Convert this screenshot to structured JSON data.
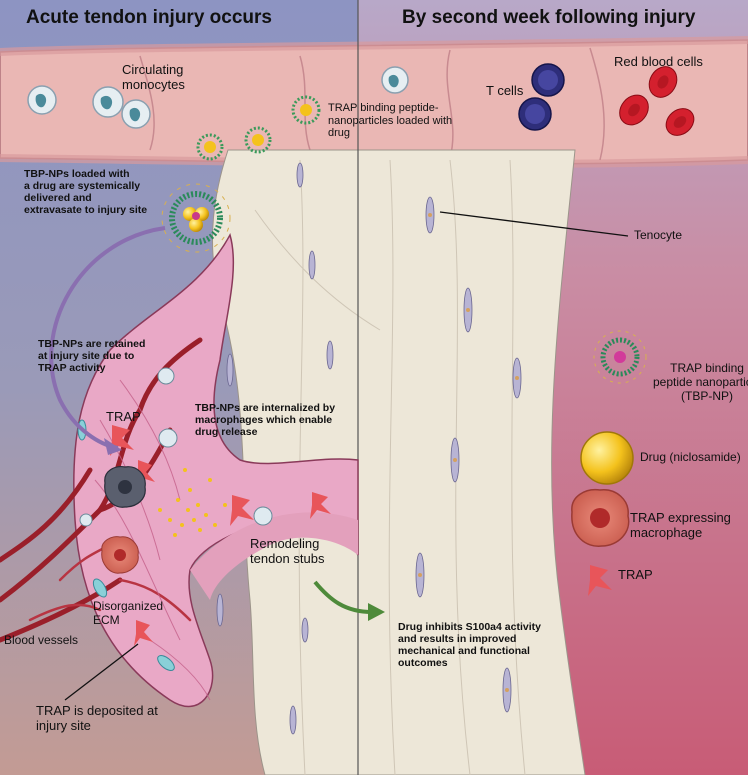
{
  "headings": {
    "left": "Acute tendon injury occurs",
    "right": "By second week following injury"
  },
  "labels": {
    "circulating_monocytes": "Circulating\nmonocytes",
    "trap_binding_nps": "TRAP binding peptide-\nnanoparticles loaded with\ndrug",
    "t_cells": "T cells",
    "red_blood_cells": "Red blood cells",
    "tbp_delivered": "TBP-NPs loaded with\na drug are systemically\ndelivered and\nextravasate to injury site",
    "tenocyte": "Tenocyte",
    "tbp_retained": "TBP-NPs are retained\nat injury site due to\nTRAP activity",
    "trap": "TRAP",
    "tbp_internalized": "TBP-NPs are internalized by\nmacrophages which enable\ndrug release",
    "remodeling": "Remodeling\ntendon stubs",
    "disorganized_ecm": "Disorganized\nECM",
    "blood_vessels": "Blood vessels",
    "trap_deposited": "TRAP is deposited at\ninjury site",
    "drug_inhibits": "Drug inhibits S100a4 activity\nand results in improved\nmechanical and functional\noutcomes"
  },
  "legend": [
    {
      "label": "TRAP binding\npeptide nanoparticle\n(TBP-NP)",
      "icon": "nanoparticle-icon"
    },
    {
      "label": "Drug (niclosamide)",
      "icon": "drug-sphere-icon"
    },
    {
      "label": "TRAP expressing\nmacrophage",
      "icon": "macrophage-icon"
    },
    {
      "label": "TRAP",
      "icon": "trap-icon"
    }
  ],
  "colors": {
    "left_bg_top": "#8f96c0",
    "left_bg_bottom": "#b89a9a",
    "right_bg_top": "#b7a6c6",
    "right_bg_bottom": "#c9627a",
    "vessel": "#e8b4b4",
    "tendon": "#ece6d8",
    "injury": "#e7a8c4",
    "rbc": "#d4202e",
    "tcell": "#3a3a8f",
    "arrow_purple": "#8a6fb0",
    "arrow_green": "#4e8a3a"
  }
}
